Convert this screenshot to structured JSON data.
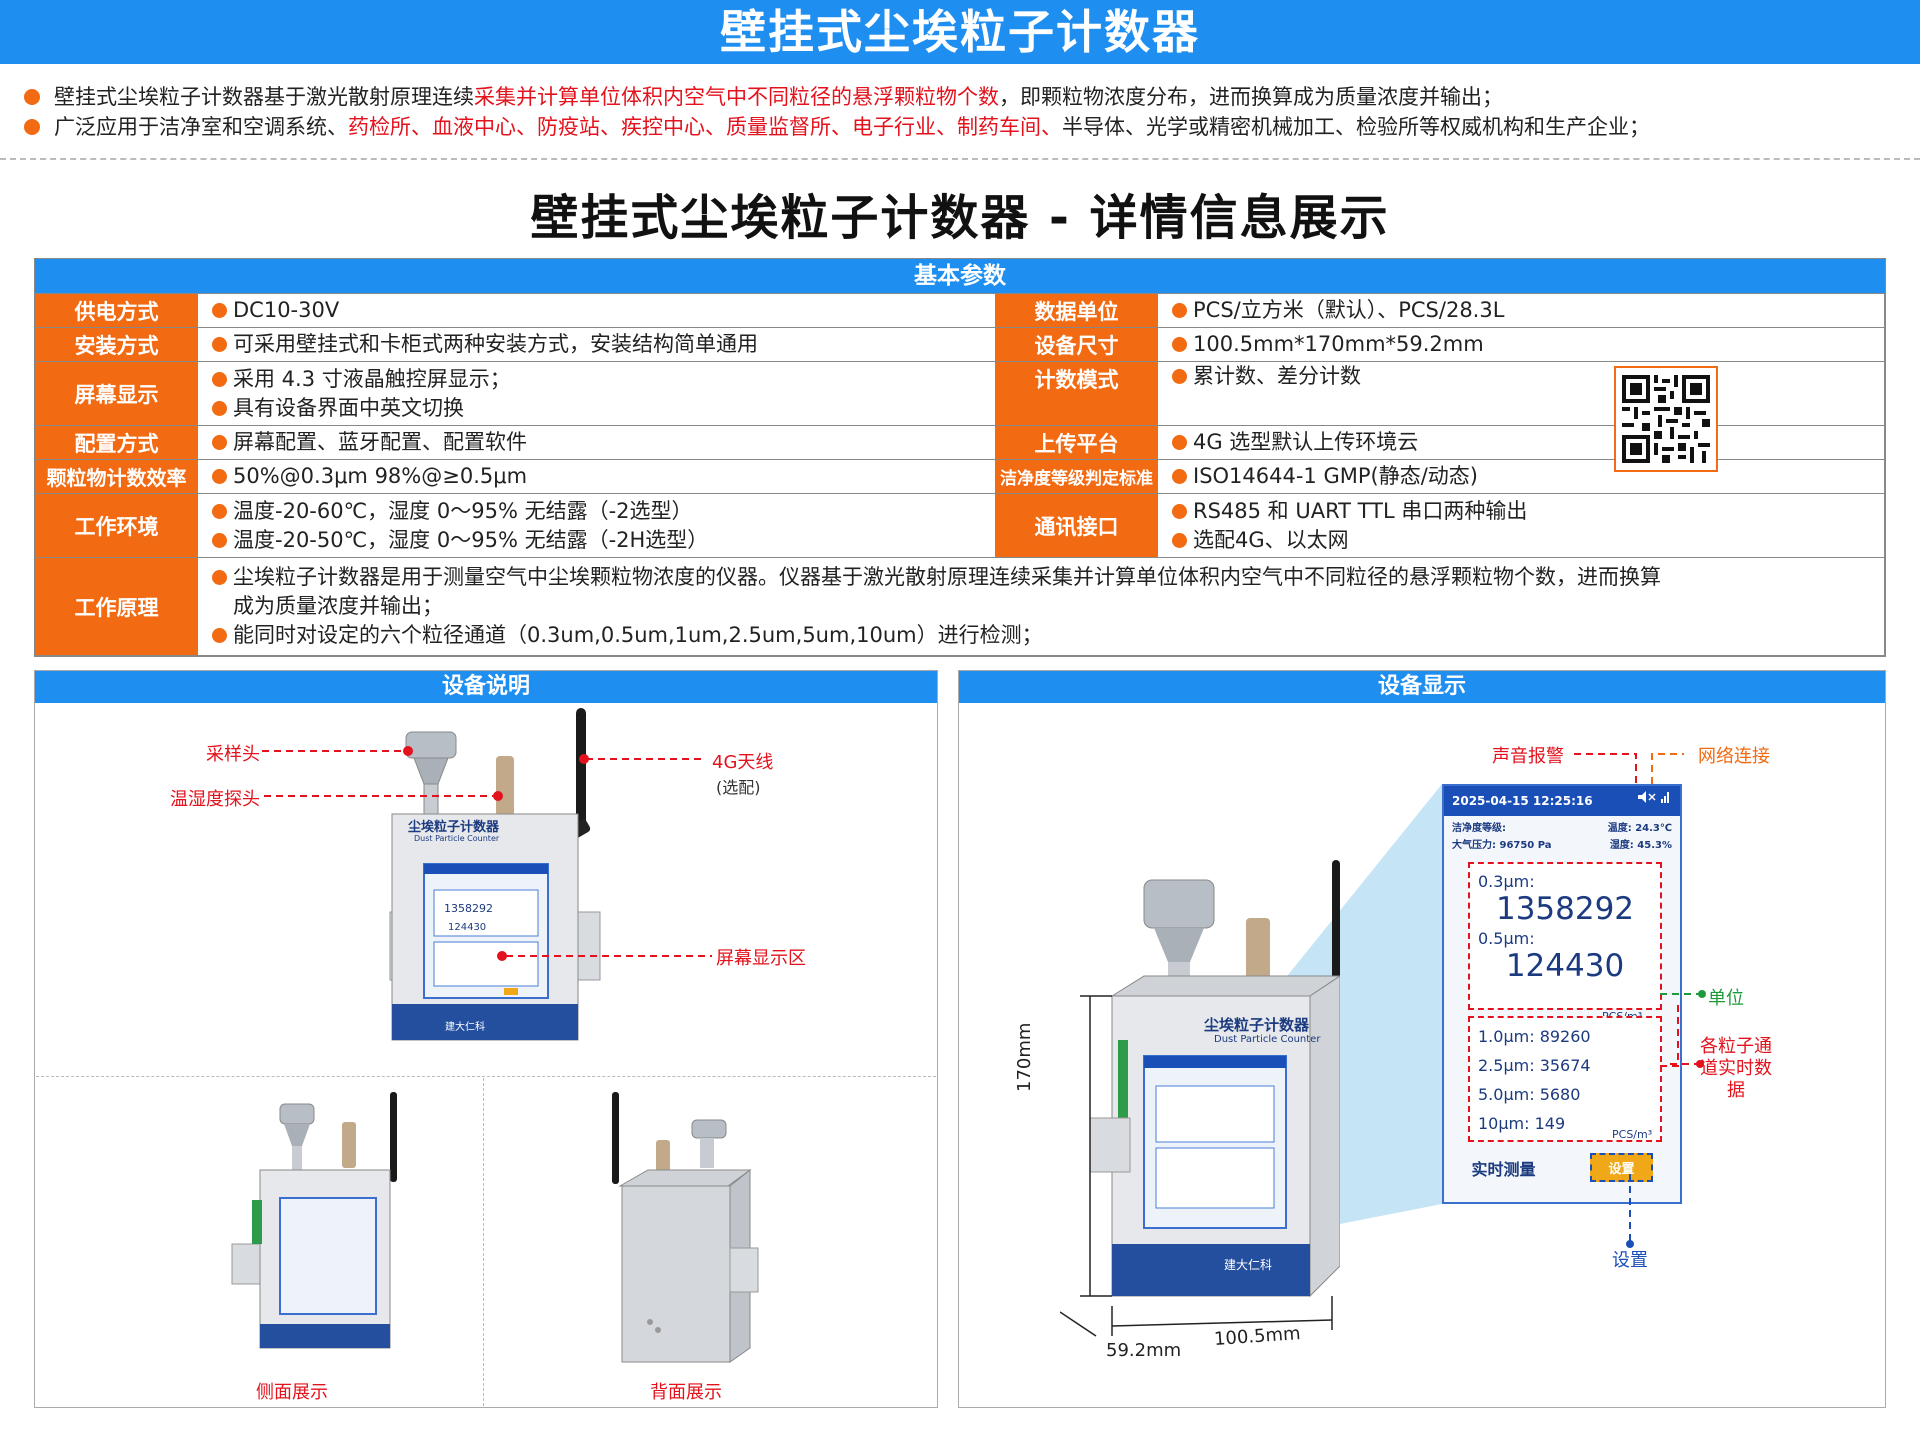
{
  "header": {
    "title": "壁挂式尘埃粒子计数器"
  },
  "intro": {
    "line1_a": "壁挂式尘埃粒子计数器基于激光散射原理连续",
    "line1_red": "采集并计算单位体积内空气中不同粒径的悬浮颗粒物个数",
    "line1_b": "，即颗粒物浓度分布，进而换算成为质量浓度并输出；",
    "line2_a": "广泛应用于洁净室和空调系统、",
    "line2_red": "药检所、血液中心、防疫站、疾控中心、质量监督所、电子行业、制药车间、",
    "line2_b": "半导体、光学或精密机械加工、检验所等权威机构和生产企业；"
  },
  "section": {
    "title": "壁挂式尘埃粒子计数器 - 详情信息展示"
  },
  "params": {
    "heading": "基本参数",
    "rows": {
      "power_label": "供电方式",
      "power": "DC10-30V",
      "unit_label": "数据单位",
      "unit": "PCS/立方米（默认）、PCS/28.3L",
      "install_label": "安装方式",
      "install": "可采用壁挂式和卡柜式两种安装方式，安装结构简单通用",
      "size_label": "设备尺寸",
      "size": "100.5mm*170mm*59.2mm",
      "screen_label": "屏幕显示",
      "screen_1": "采用 4.3 寸液晶触控屏显示；",
      "screen_2": "具有设备界面中英文切换",
      "count_label": "计数模式",
      "count": "累计数、差分计数",
      "config_label": "配置方式",
      "config": "屏幕配置、蓝牙配置、配置软件",
      "upload_label": "上传平台",
      "upload": "4G 选型默认上传环境云",
      "eff_label": "颗粒物计数效率",
      "eff": "50%@0.3μm 98%@≥0.5μm",
      "grade_label": "洁净度等级判定标准",
      "grade": "ISO14644-1 GMP(静态/动态)",
      "env_label": "工作环境",
      "env_1": "温度-20-60℃，湿度 0～95% 无结露（-2选型）",
      "env_2": "温度-20-50℃，湿度 0～95% 无结露（-2H选型）",
      "comm_label": "通讯接口",
      "comm_1": "RS485 和 UART TTL 串口两种输出",
      "comm_2": "选配4G、以太网",
      "principle_label": "工作原理",
      "principle_1": "尘埃粒子计数器是用于测量空气中尘埃颗粒物浓度的仪器。仪器基于激光散射原理连续采集并计算单位体积内空气中不同粒径的悬浮颗粒物个数，进而换算",
      "principle_1b": "成为质量浓度并输出；",
      "principle_2": "能同时对设定的六个粒径通道（0.3um,0.5um,1um,2.5um,5um,10um）进行检测；"
    }
  },
  "device_desc": {
    "heading": "设备说明",
    "sampling_head": "采样头",
    "th_probe": "温湿度探头",
    "antenna": "4G天线",
    "antenna_note": "(选配)",
    "screen_area": "屏幕显示区",
    "side_view": "侧面展示",
    "back_view": "背面展示",
    "device_name_cn": "尘埃粒子计数器",
    "device_name_en": "Dust Particle Counter",
    "brand": "建大仁科"
  },
  "device_display": {
    "heading": "设备显示",
    "sound_alarm": "声音报警",
    "network": "网络连接",
    "unit": "单位",
    "channels": "各粒子通道实时数据",
    "settings": "设置",
    "dim_height": "170mm",
    "dim_width": "100.5mm",
    "dim_depth": "59.2mm",
    "screen": {
      "datetime": "2025-04-15  12:25:16",
      "cleanliness_label": "洁净度等级:",
      "pressure": "大气压力: 96750 Pa",
      "temp": "温度: 24.3℃",
      "humidity": "湿度: 45.3%",
      "k03": "0.3μm:",
      "v03": "1358292",
      "k05": "0.5μm:",
      "v05": "124430",
      "unit_small": "PCS/m³",
      "l10": "1.0μm:  89260",
      "l25": "2.5μm:  35674",
      "l50": "5.0μm:  5680",
      "l100": "10μm:  149",
      "unit_small2": "PCS/m³",
      "measure": "实时测量",
      "settings_btn": "设置"
    }
  },
  "colors": {
    "blue": "#1e8ef0",
    "orange": "#f26a12",
    "red": "#e3121c",
    "navy": "#1b4fb8"
  }
}
